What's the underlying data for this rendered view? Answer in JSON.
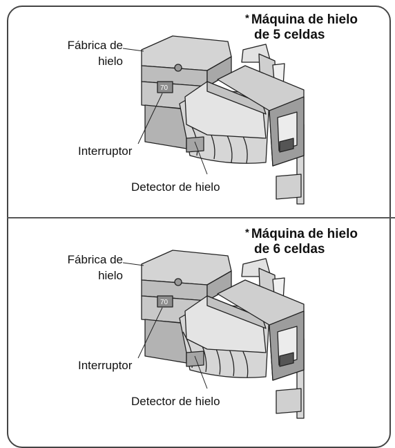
{
  "panels": [
    {
      "title_line1": "Máquina de hielo",
      "title_line2": "de 5 celdas",
      "star": "*",
      "label_factory_line1": "Fábrica de",
      "label_factory_line2": "hielo",
      "label_switch": "Interruptor",
      "label_detector": "Detector de hielo"
    },
    {
      "title_line1": "Máquina de hielo",
      "title_line2": "de 6 celdas",
      "star": "*",
      "label_factory_line1": "Fábrica de",
      "label_factory_line2": "hielo",
      "label_switch": "Interruptor",
      "label_detector": "Detector de hielo"
    }
  ],
  "colors": {
    "line": "#222222",
    "body_light": "#d9d9d9",
    "body_mid": "#b5b5b5",
    "body_dark": "#8c8c8c",
    "border": "#444444"
  }
}
